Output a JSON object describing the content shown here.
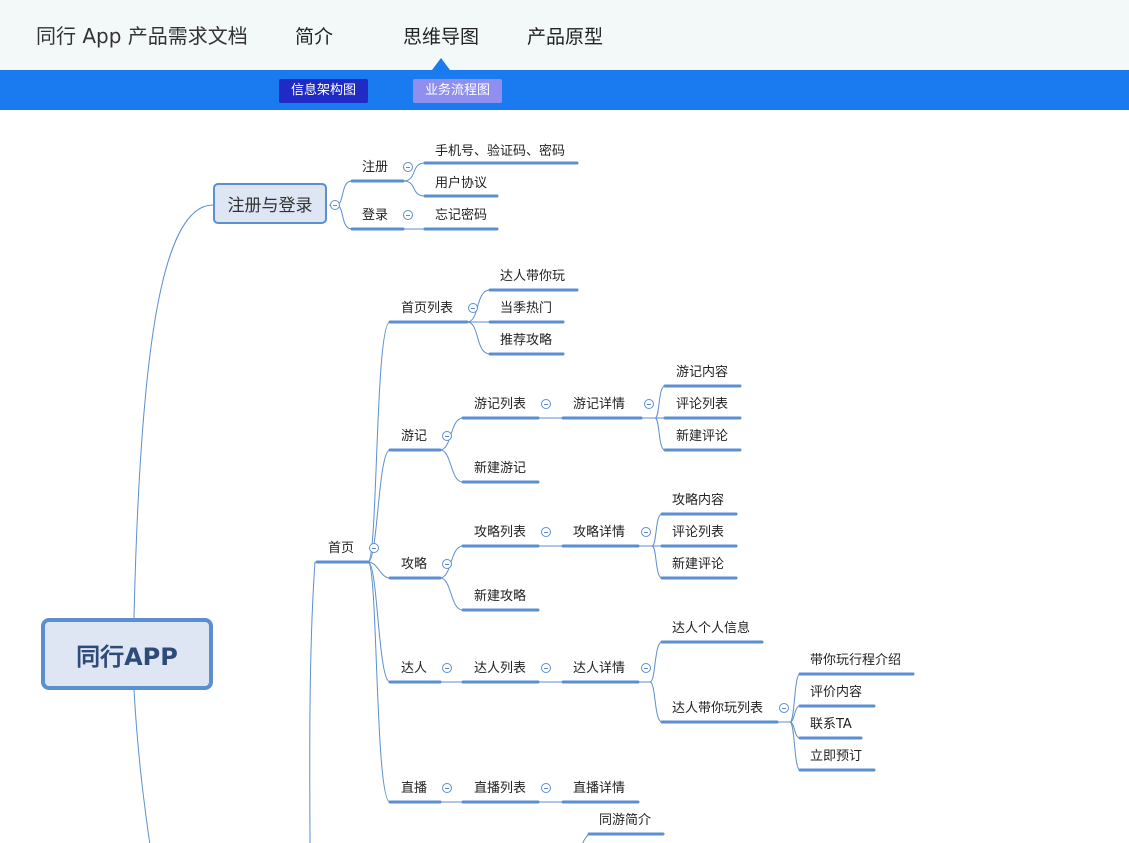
{
  "header": {
    "app_title": "同行 App 产品需求文档",
    "nav": [
      {
        "label": "简介",
        "active": false
      },
      {
        "label": "思维导图",
        "active": true
      },
      {
        "label": "产品原型",
        "active": false
      }
    ],
    "subnav": [
      {
        "label": "信息架构图",
        "active": true
      },
      {
        "label": "业务流程图",
        "active": false
      }
    ]
  },
  "colors": {
    "header_bg": "#f2f9f8",
    "subbar_bg": "#1a7af0",
    "subtab_active_bg": "#1f2bc4",
    "subtab_inactive_bg": "#8f8ff0",
    "line": "#5b8fcf",
    "node_fill": "#dde6f2"
  },
  "mindmap": {
    "root": "同行APP",
    "register_login": {
      "title": "注册与登录",
      "register": {
        "label": "注册",
        "children": [
          "手机号、验证码、密码",
          "用户协议"
        ]
      },
      "login": {
        "label": "登录",
        "children": [
          "忘记密码"
        ]
      }
    },
    "home": {
      "label": "首页",
      "home_list": {
        "label": "首页列表",
        "children": [
          "达人带你玩",
          "当季热门",
          "推荐攻略"
        ]
      },
      "travelogue": {
        "label": "游记",
        "list": "游记列表",
        "detail": "游记详情",
        "detail_children": [
          "游记内容",
          "评论列表",
          "新建评论"
        ],
        "create": "新建游记"
      },
      "guide": {
        "label": "攻略",
        "list": "攻略列表",
        "detail": "攻略详情",
        "detail_children": [
          "攻略内容",
          "评论列表",
          "新建评论"
        ],
        "create": "新建攻略"
      },
      "expert": {
        "label": "达人",
        "list": "达人列表",
        "detail": "达人详情",
        "profile": "达人个人信息",
        "trip_list": "达人带你玩列表",
        "trip_children": [
          "带你玩行程介绍",
          "评价内容",
          "联系TA",
          "立即预订"
        ]
      },
      "live": {
        "label": "直播",
        "list": "直播列表",
        "detail": "直播详情"
      },
      "companion_intro": "同游简介"
    }
  }
}
